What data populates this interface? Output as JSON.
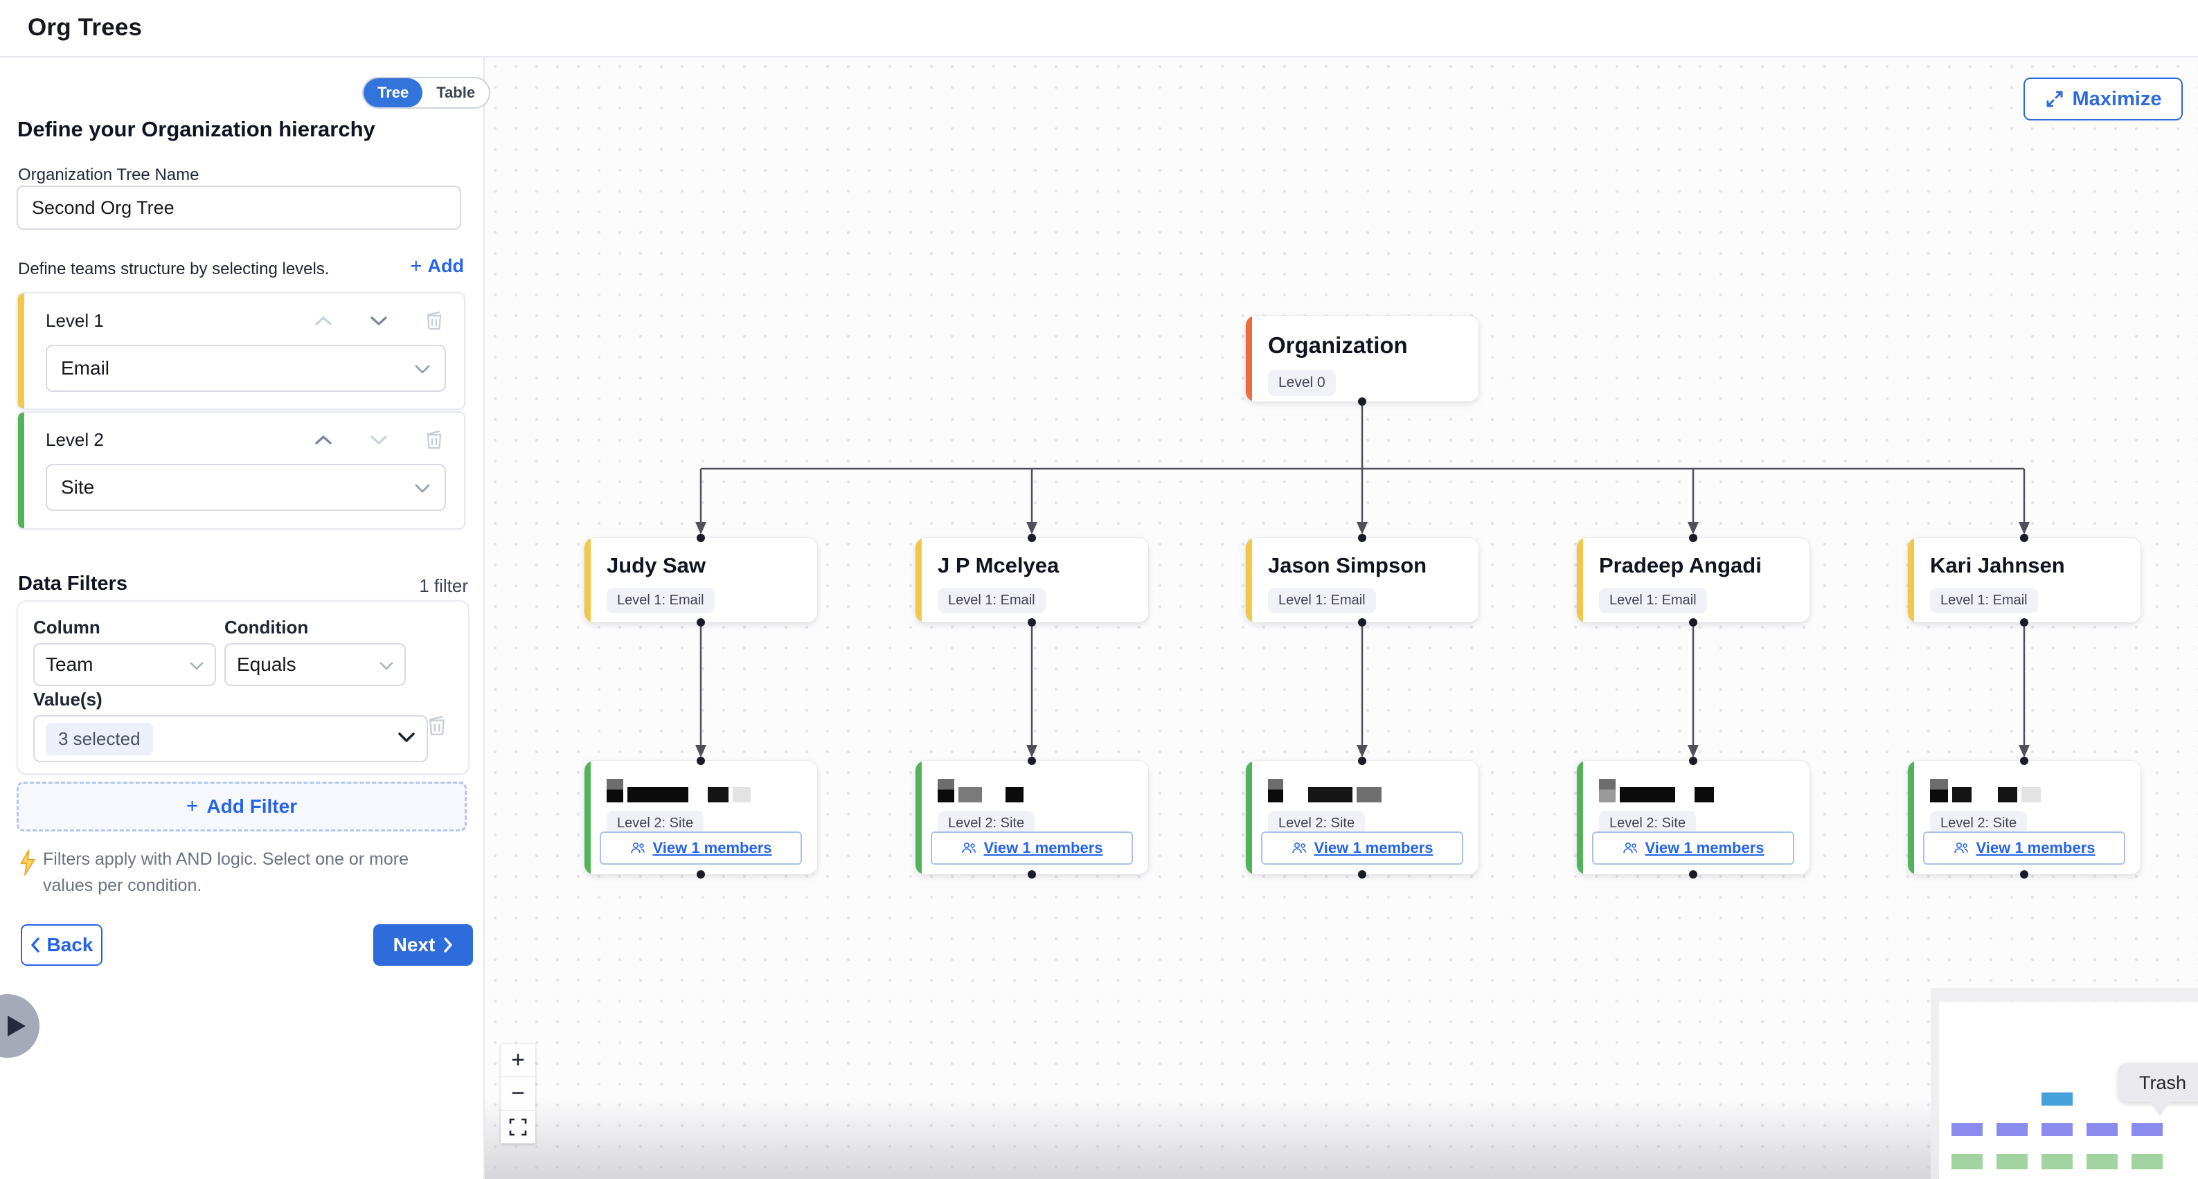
{
  "header": {
    "title": "Org Trees"
  },
  "sidebar": {
    "view_toggle": {
      "options": [
        "Tree",
        "Table"
      ],
      "active": "Tree"
    },
    "heading": "Define your Organization hierarchy",
    "tree_name": {
      "label": "Organization Tree Name",
      "value": "Second Org Tree"
    },
    "levels_section": {
      "hint": "Define teams structure by selecting levels.",
      "add_label": "Add"
    },
    "levels": [
      {
        "label": "Level 1",
        "value": "Email",
        "accent": "#f2c84b"
      },
      {
        "label": "Level 2",
        "value": "Site",
        "accent": "#52b45a"
      }
    ],
    "filters_section": {
      "title": "Data Filters",
      "count_label": "1 filter",
      "filter": {
        "column_label": "Column",
        "column_value": "Team",
        "condition_label": "Condition",
        "condition_value": "Equals",
        "values_label": "Value(s)",
        "values_value": "3 selected"
      },
      "add_filter_label": "Add Filter",
      "note": "Filters apply with AND logic. Select one or more values per condition."
    },
    "back_label": "Back",
    "next_label": "Next"
  },
  "canvas": {
    "maximize_label": "Maximize",
    "zoom_controls": [
      "+",
      "−"
    ],
    "tooltip": "Trash",
    "colors": {
      "primary": "#2563eb",
      "root_accent": "#ee6b3f",
      "level1_accent": "#f2c84b",
      "level2_accent": "#52b45a"
    },
    "nodes": {
      "root": {
        "title": "Organization",
        "badge": "Level 0"
      },
      "level1": [
        {
          "title": "Judy Saw",
          "badge": "Level 1: Email"
        },
        {
          "title": "J P Mcelyea",
          "badge": "Level 1: Email"
        },
        {
          "title": "Jason Simpson",
          "badge": "Level 1: Email"
        },
        {
          "title": "Pradeep Angadi",
          "badge": "Level 1: Email"
        },
        {
          "title": "Kari Jahnsen",
          "badge": "Level 1: Email"
        }
      ],
      "level2": [
        {
          "name_redacted": true,
          "badge": "Level 2: Site",
          "members_label": "View 1 members"
        },
        {
          "name_redacted": true,
          "badge": "Level 2: Site",
          "members_label": "View 1 members"
        },
        {
          "name_redacted": true,
          "badge": "Level 2: Site",
          "members_label": "View 1 members"
        },
        {
          "name_redacted": true,
          "badge": "Level 2: Site",
          "members_label": "View 1 members"
        },
        {
          "name_redacted": true,
          "badge": "Level 2: Site",
          "members_label": "View 1 members"
        }
      ]
    }
  }
}
